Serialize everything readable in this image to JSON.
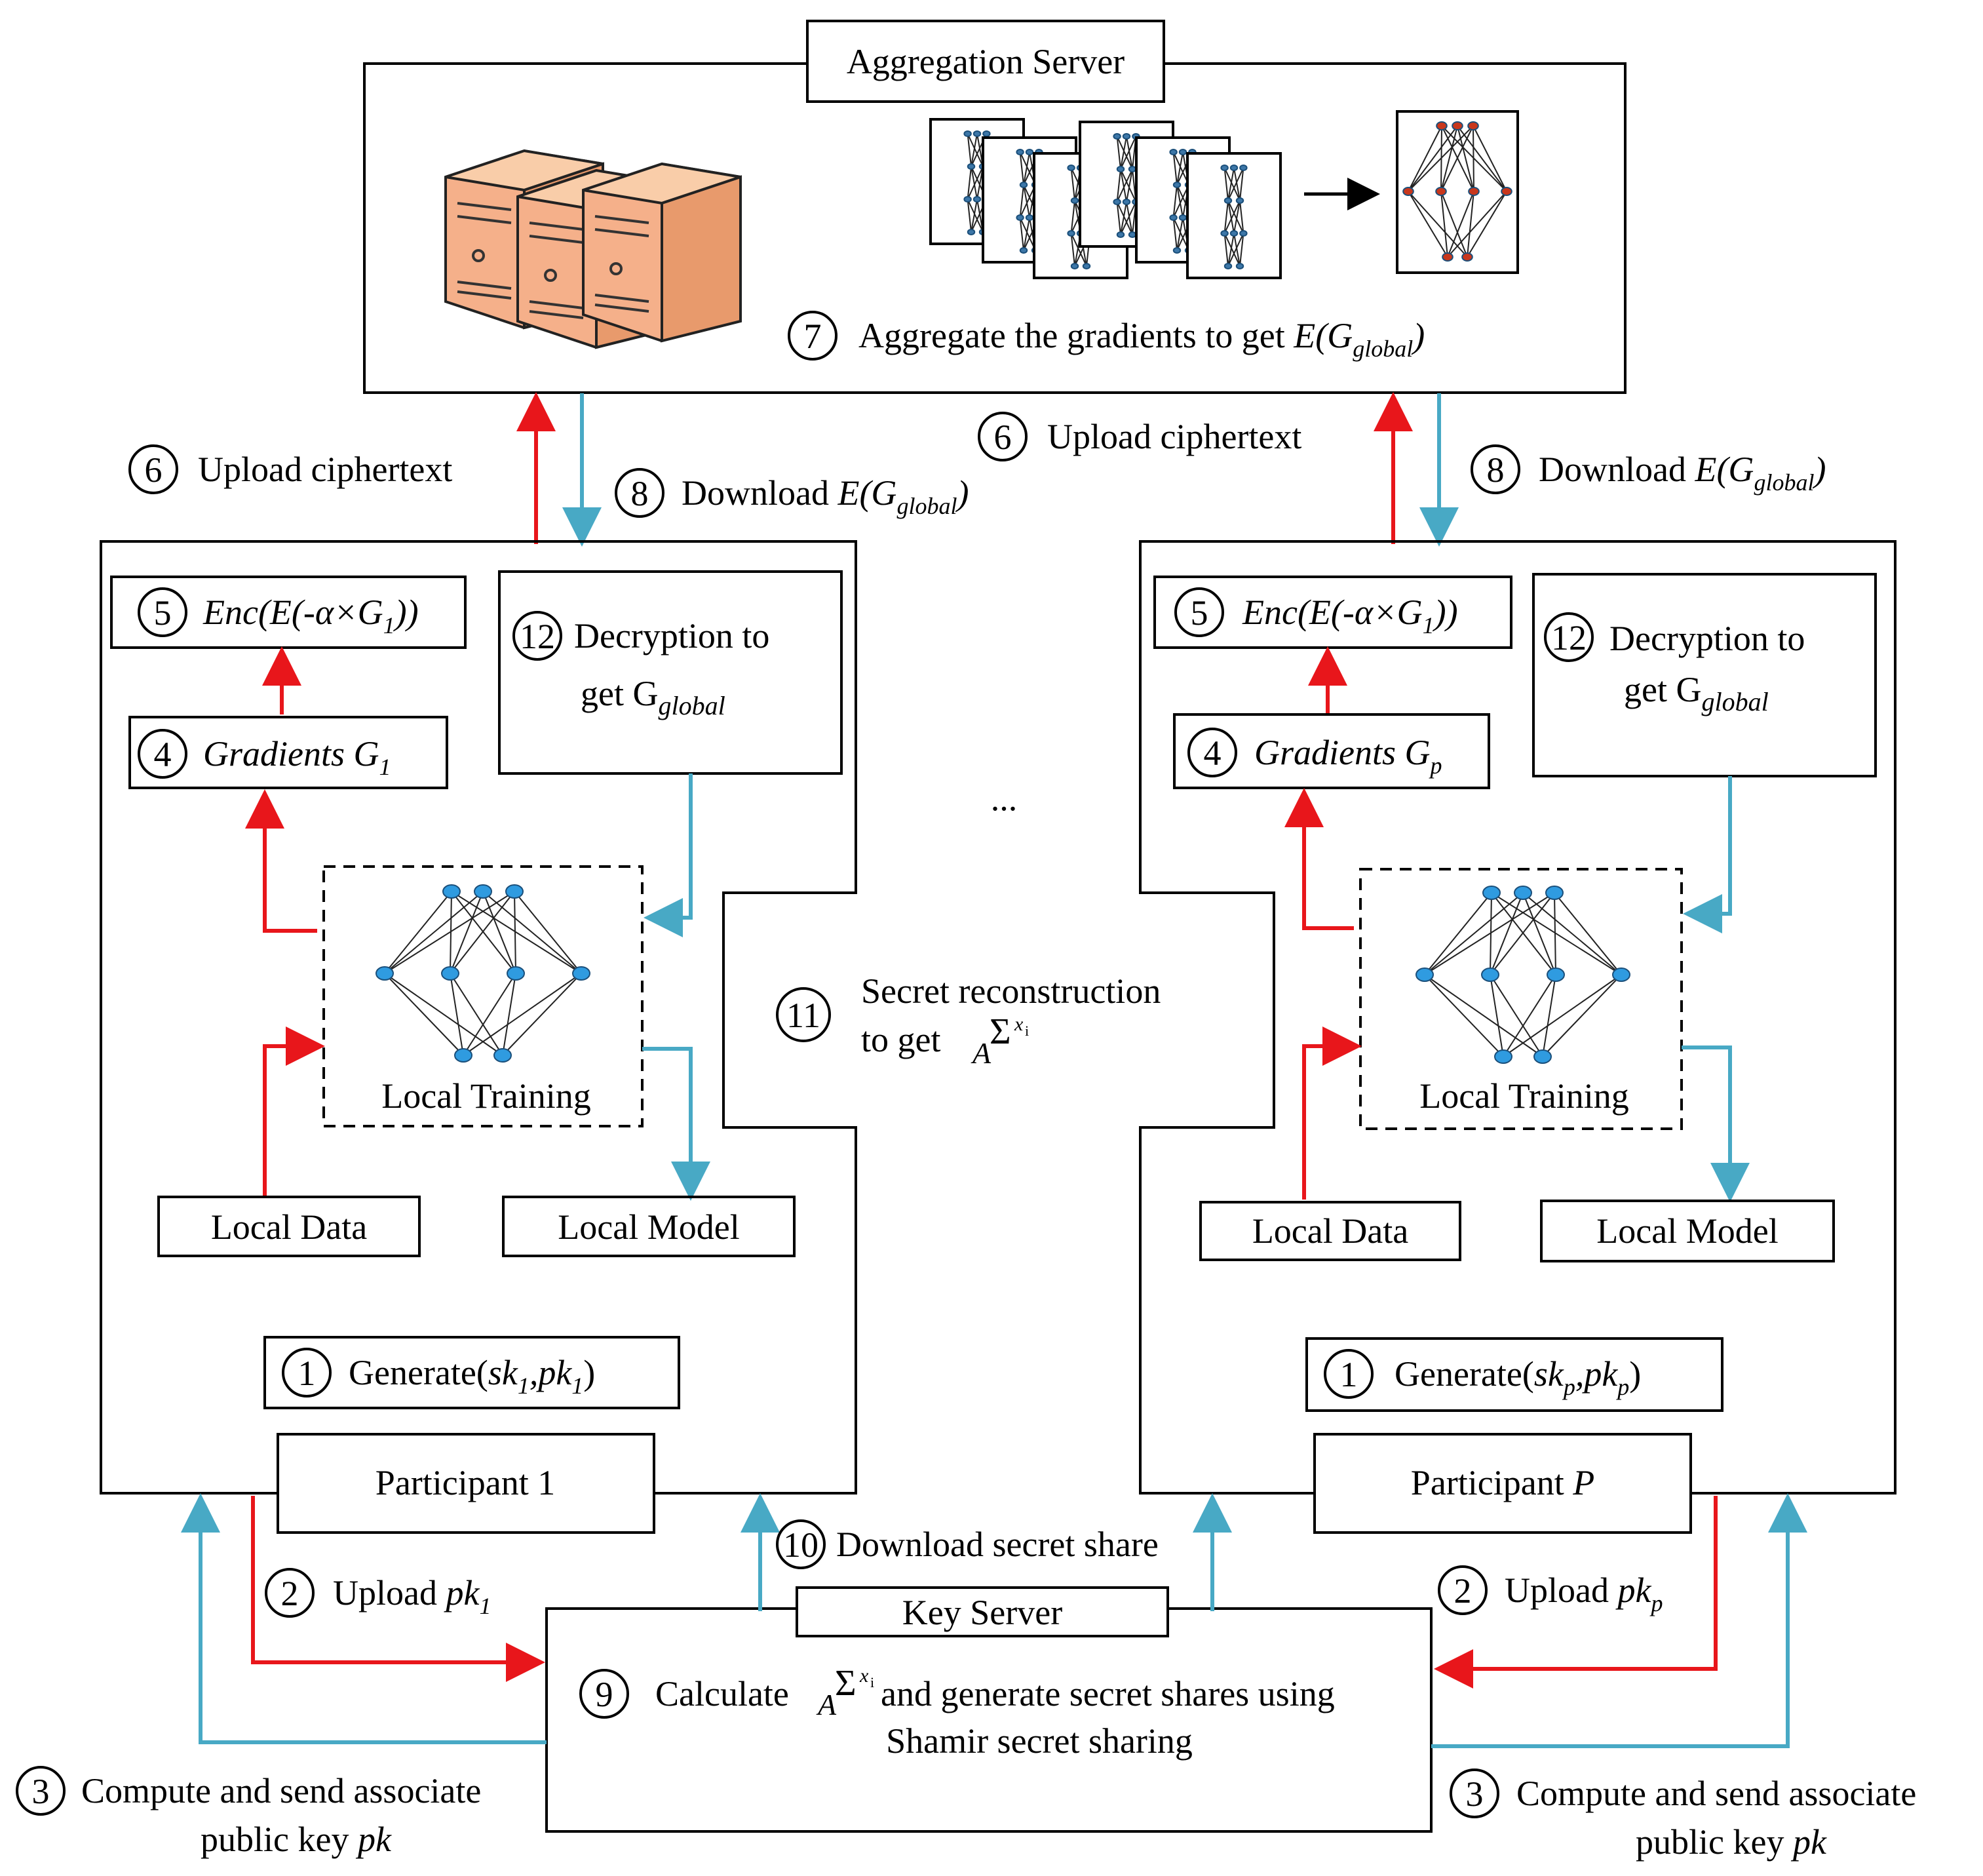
{
  "colors": {
    "red": "#e8161b",
    "blue": "#48a9c5",
    "server_fill": "#f5b08a",
    "node_blue": "#2f9be0",
    "node_red": "#c8371c"
  },
  "aggregation": {
    "title": "Aggregation Server",
    "step_num": "7",
    "step_text": "Aggregate the gradients to get ",
    "step_math": "E(G",
    "step_sub": "global",
    "step_close": ")"
  },
  "flow": {
    "upload_num": "6",
    "upload_text": "Upload ciphertext",
    "download_num": "8",
    "download_text": "Download ",
    "download_math": "E(G",
    "download_sub": "global",
    "download_close": ")"
  },
  "participant1": {
    "name": "Participant 1",
    "enc_num": "5",
    "enc_text": "Enc(E(-α×G",
    "enc_sub": "1",
    "enc_close": "))",
    "grad_num": "4",
    "grad_text": "Gradients G",
    "grad_sub": "1",
    "dec_num": "12",
    "dec_line1": "Decryption to",
    "dec_line2": "get G",
    "dec_sub": "global",
    "training": "Local Training",
    "data": "Local Data",
    "model": "Local Model",
    "gen_num": "1",
    "gen_text": "Generate(",
    "gen_a": "sk",
    "gen_a_sub": "1",
    "gen_b": "pk",
    "gen_b_sub": "1",
    "gen_close": ")"
  },
  "participantP": {
    "name_prefix": "Participant ",
    "name_var": "P",
    "enc_num": "5",
    "enc_text": "Enc(E(-α×G",
    "enc_sub": "1",
    "enc_close": "))",
    "grad_num": "4",
    "grad_text": "Gradients G",
    "grad_sub": "p",
    "dec_num": "12",
    "dec_line1": "Decryption to",
    "dec_line2": "get G",
    "dec_sub": "global",
    "training": "Local Training",
    "data": "Local Data",
    "model": "Local Model",
    "gen_num": "1",
    "gen_text": "Generate(",
    "gen_a": "sk",
    "gen_a_sub": "p",
    "gen_b": "pk",
    "gen_b_sub": "p",
    "gen_close": ")"
  },
  "ellipsis": "...",
  "secret_reconstruction": {
    "num": "11",
    "line1": "Secret reconstruction",
    "line2": "to get"
  },
  "math": {
    "base": "A",
    "sigma": "Σ",
    "exp": "x",
    "exp_sub": "i"
  },
  "download_share": {
    "num": "10",
    "text": "Download secret share"
  },
  "key_server": {
    "title": "Key Server",
    "num": "9",
    "text_pre": "Calculate ",
    "text_post": " and generate secret shares using",
    "line2": "Shamir secret sharing"
  },
  "upload_pk_left": {
    "num": "2",
    "text": "Upload ",
    "var": "pk",
    "sub": "1"
  },
  "upload_pk_right": {
    "num": "2",
    "text": "Upload ",
    "var": "pk",
    "sub": "p"
  },
  "compute_left": {
    "num": "3",
    "line1": "Compute and send associate",
    "line2": "public key ",
    "var": "pk"
  },
  "compute_right": {
    "num": "3",
    "line1": "Compute and send associate",
    "line2": "public key ",
    "var": "pk"
  }
}
